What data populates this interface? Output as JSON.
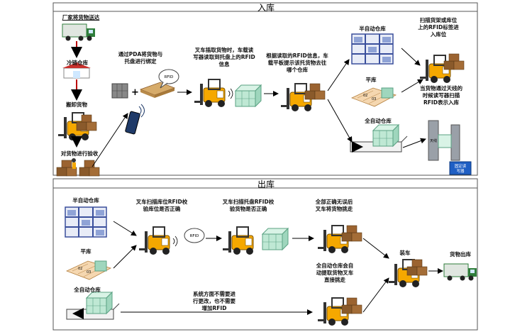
{
  "sections": {
    "inbound": "入库",
    "outbound": "出库"
  },
  "inbound": {
    "factory_delivery": "厂家将货物送达",
    "cold_storage": "冷链仓库",
    "unload": "搬卸货物",
    "inspect": "对货物进行验收",
    "pda_bind": [
      "通过PDA将货物与",
      "托盘进行绑定"
    ],
    "rfid_tag": "RFID",
    "forklift_read": [
      "叉车插取货物时，车载读",
      "写器读取到托盘上的RFID",
      "信息"
    ],
    "tablet_prompt": [
      "根据读取的RFID信息，车",
      "载平板提示该托货物去往",
      "哪个仓库"
    ],
    "semi_auto": "半自动仓库",
    "flat": "平库",
    "full_auto": "全自动仓库",
    "scan_shelf": [
      "扫描货架或库位",
      "上的RFID标签进",
      "入库位"
    ],
    "gate_scan": [
      "当货物通过天线的",
      "时候读写器扫描",
      "RFID表示入库"
    ],
    "rack_label": "天线",
    "system_badge": [
      "固定读",
      "写器"
    ]
  },
  "outbound": {
    "semi_auto": "半自动仓库",
    "flat": "平库",
    "full_auto": "全自动仓库",
    "scan_location": [
      "叉车扫描库位RFID校",
      "验库位是否正确"
    ],
    "rfid_tag": "RFID",
    "scan_pallet": [
      "叉车扫描托盘RFID校",
      "验货物是否正确"
    ],
    "all_correct": [
      "全部正确无误后",
      "叉车将货物挑走"
    ],
    "auto_pick": [
      "全自动仓库会自",
      "动提取货物叉车",
      "直接挑走"
    ],
    "no_rfid": [
      "系统方面不需要进",
      "行更改，也不需要",
      "增加RFID"
    ],
    "loading": "装车",
    "shipping": "货物出库"
  },
  "colors": {
    "border": "#555555",
    "forklift": "#f5a800",
    "cargo": "#8a5a2b",
    "pallet": "#d6ab6a",
    "cube": "#bfe8d4",
    "shelf": "#3a4f9c",
    "truck": "#2f7d3b"
  }
}
